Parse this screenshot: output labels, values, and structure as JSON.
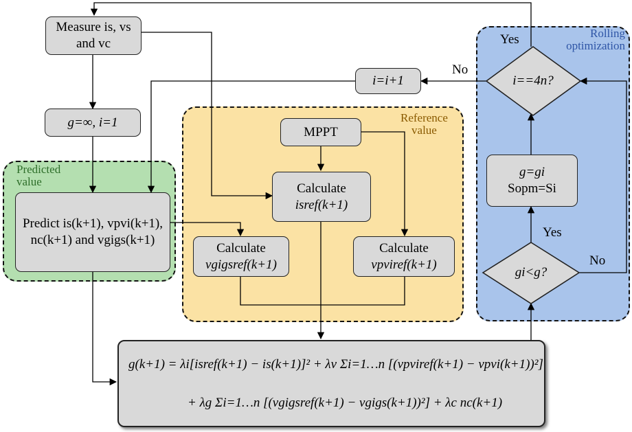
{
  "regions": {
    "predicted": {
      "title_line1": "Predicted",
      "title_line2": "value",
      "color": "#b4dfb0"
    },
    "reference": {
      "title_line1": "Reference",
      "title_line2": "value",
      "color": "#fbe2a4",
      "title_color": "#8a5a00"
    },
    "rolling": {
      "title_line1": "Rolling",
      "title_line2": "optimization",
      "color": "#a9c4eb",
      "title_color": "#2e55a6"
    }
  },
  "boxes": {
    "measure": {
      "line1": "Measure is, vs",
      "line2": "and vc"
    },
    "init": {
      "text": "g=∞, i=1"
    },
    "predict": {
      "line1": "Predict is(k+1), vpvi(k+1),",
      "line2": "nc(k+1) and vgigs(k+1)"
    },
    "mppt": {
      "text": "MPPT"
    },
    "calc_isref": {
      "line1": "Calculate",
      "line2": "isref(k+1)"
    },
    "calc_vgigsref": {
      "line1": "Calculate",
      "line2": "vgigsref(k+1)"
    },
    "calc_vpviref": {
      "line1": "Calculate",
      "line2": "vpviref(k+1)"
    },
    "increment": {
      "text": "i=i+1"
    },
    "update": {
      "line1": "g=gi",
      "line2": "Sopm=Si"
    }
  },
  "decisions": {
    "loop_check": {
      "text": "i==4n?",
      "exponent": "n"
    },
    "compare": {
      "text": "gi<g?"
    }
  },
  "edge_labels": {
    "loop_yes": "Yes",
    "loop_no": "No",
    "compare_yes": "Yes",
    "compare_no": "No"
  },
  "formula": {
    "line1": "g(k+1) = λi[isref(k+1) − is(k+1)]² + λv Σi=1…n [(vpviref(k+1) − vpvi(k+1))²]",
    "line2": "+ λg Σi=1…n [(vgigsref(k+1) − vgigs(k+1))²] + λc nc(k+1)"
  }
}
